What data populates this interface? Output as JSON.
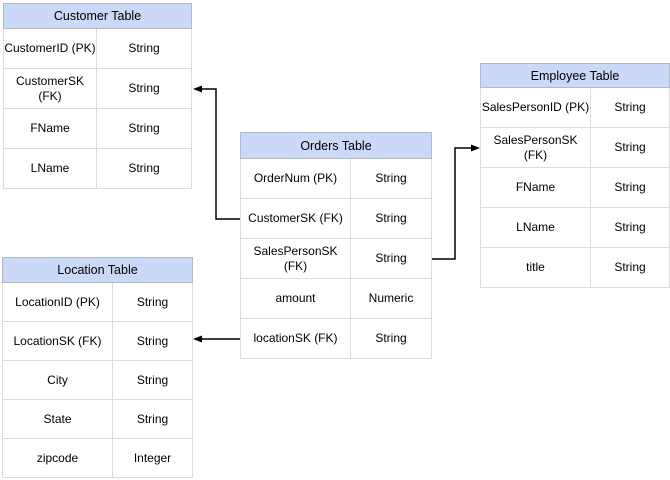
{
  "colors": {
    "background": "#ffffff",
    "table_header_fill": "#cad9f7",
    "table_header_border": "#b1b8c7",
    "cell_border": "#dcdcdc",
    "connector_line": "#000000",
    "text": "#000000"
  },
  "tables": [
    {
      "id": "customer",
      "title": "Customer Table",
      "rows": [
        {
          "name": "CustomerID (PK)",
          "type": "String"
        },
        {
          "name": "CustomerSK (FK)",
          "type": "String"
        },
        {
          "name": "FName",
          "type": "String"
        },
        {
          "name": "LName",
          "type": "String"
        }
      ]
    },
    {
      "id": "orders",
      "title": "Orders Table",
      "rows": [
        {
          "name": "OrderNum (PK)",
          "type": "String"
        },
        {
          "name": "CustomerSK (FK)",
          "type": "String"
        },
        {
          "name": "SalesPersonSK (FK)",
          "type": "String"
        },
        {
          "name": "amount",
          "type": "Numeric"
        },
        {
          "name": "locationSK (FK)",
          "type": "String"
        }
      ]
    },
    {
      "id": "employee",
      "title": "Employee Table",
      "rows": [
        {
          "name": "SalesPersonID (PK)",
          "type": "String"
        },
        {
          "name": "SalesPersonSK (FK)",
          "type": "String"
        },
        {
          "name": "FName",
          "type": "String"
        },
        {
          "name": "LName",
          "type": "String"
        },
        {
          "name": "title",
          "type": "String"
        }
      ]
    },
    {
      "id": "location",
      "title": "Location Table",
      "rows": [
        {
          "name": "LocationID (PK)",
          "type": "String"
        },
        {
          "name": "LocationSK (FK)",
          "type": "String"
        },
        {
          "name": "City",
          "type": "String"
        },
        {
          "name": "State",
          "type": "String"
        },
        {
          "name": "zipcode",
          "type": "Integer"
        }
      ]
    }
  ],
  "relationships": [
    {
      "from_table": "Orders Table",
      "from_field": "CustomerSK (FK)",
      "to_table": "Customer Table",
      "to_field": "CustomerSK (FK)"
    },
    {
      "from_table": "Orders Table",
      "from_field": "SalesPersonSK (FK)",
      "to_table": "Employee Table",
      "to_field": "SalesPersonSK (FK)"
    },
    {
      "from_table": "Orders Table",
      "from_field": "locationSK (FK)",
      "to_table": "Location Table",
      "to_field": "LocationSK (FK)"
    }
  ]
}
